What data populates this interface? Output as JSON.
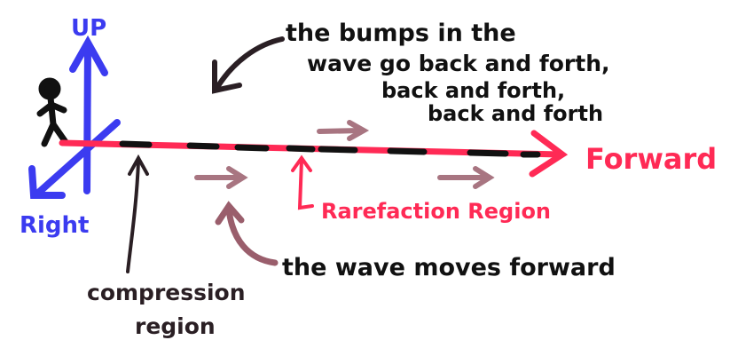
{
  "labels": {
    "up": "UP",
    "right": "Right",
    "forward": "Forward",
    "bumps_line1": "the bumps in the",
    "bumps_line2": "wave go back and forth,",
    "bumps_line3": "back and forth,",
    "bumps_line4": "back and forth",
    "rarefaction": "Rarefaction Region",
    "wave_moves": "the wave moves forward",
    "compression_line1": "compression",
    "compression_line2": "region"
  },
  "colors": {
    "blue": "#3b3bf0",
    "red": "#ff2a55",
    "maroon": "#9a5e6c",
    "black": "#111111",
    "dark": "#2a1f24"
  },
  "icons": {
    "person": "stick-figure-icon"
  }
}
